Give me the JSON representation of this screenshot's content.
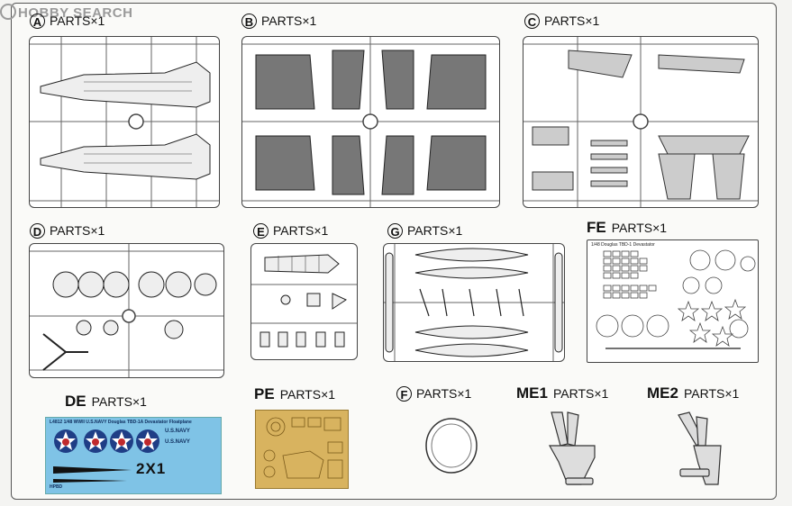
{
  "watermark": {
    "text": "HOBBY SEARCH"
  },
  "parts": [
    {
      "id": "A",
      "qty": "PARTS×1"
    },
    {
      "id": "B",
      "qty": "PARTS×1"
    },
    {
      "id": "C",
      "qty": "PARTS×1"
    },
    {
      "id": "D",
      "qty": "PARTS×1"
    },
    {
      "id": "E",
      "qty": "PARTS×1"
    },
    {
      "id": "G",
      "qty": "PARTS×1"
    },
    {
      "id": "FE",
      "qty": "PARTS×1"
    },
    {
      "id": "DE",
      "qty": "PARTS×1"
    },
    {
      "id": "PE",
      "qty": "PARTS×1"
    },
    {
      "id": "F",
      "qty": "PARTS×1"
    },
    {
      "id": "ME1",
      "qty": "PARTS×1"
    },
    {
      "id": "ME2",
      "qty": "PARTS×1"
    }
  ],
  "decal": {
    "header": "L4812 1/48 WWII U.S.NAVY Douglas TBD-1A Devastator Floatplane",
    "navy1": "U.S.NAVY",
    "navy2": "U.S.NAVY",
    "code": "2X1",
    "brand": "HPBD"
  },
  "fe_sheet": {
    "header": "1/48 Douglas TBD-1 Devastator"
  },
  "colors": {
    "decal_blue": "#7fc3e6",
    "pe_gold": "#d8b35f",
    "roundel_blue": "#1f3e86",
    "roundel_red": "#c0292d"
  }
}
